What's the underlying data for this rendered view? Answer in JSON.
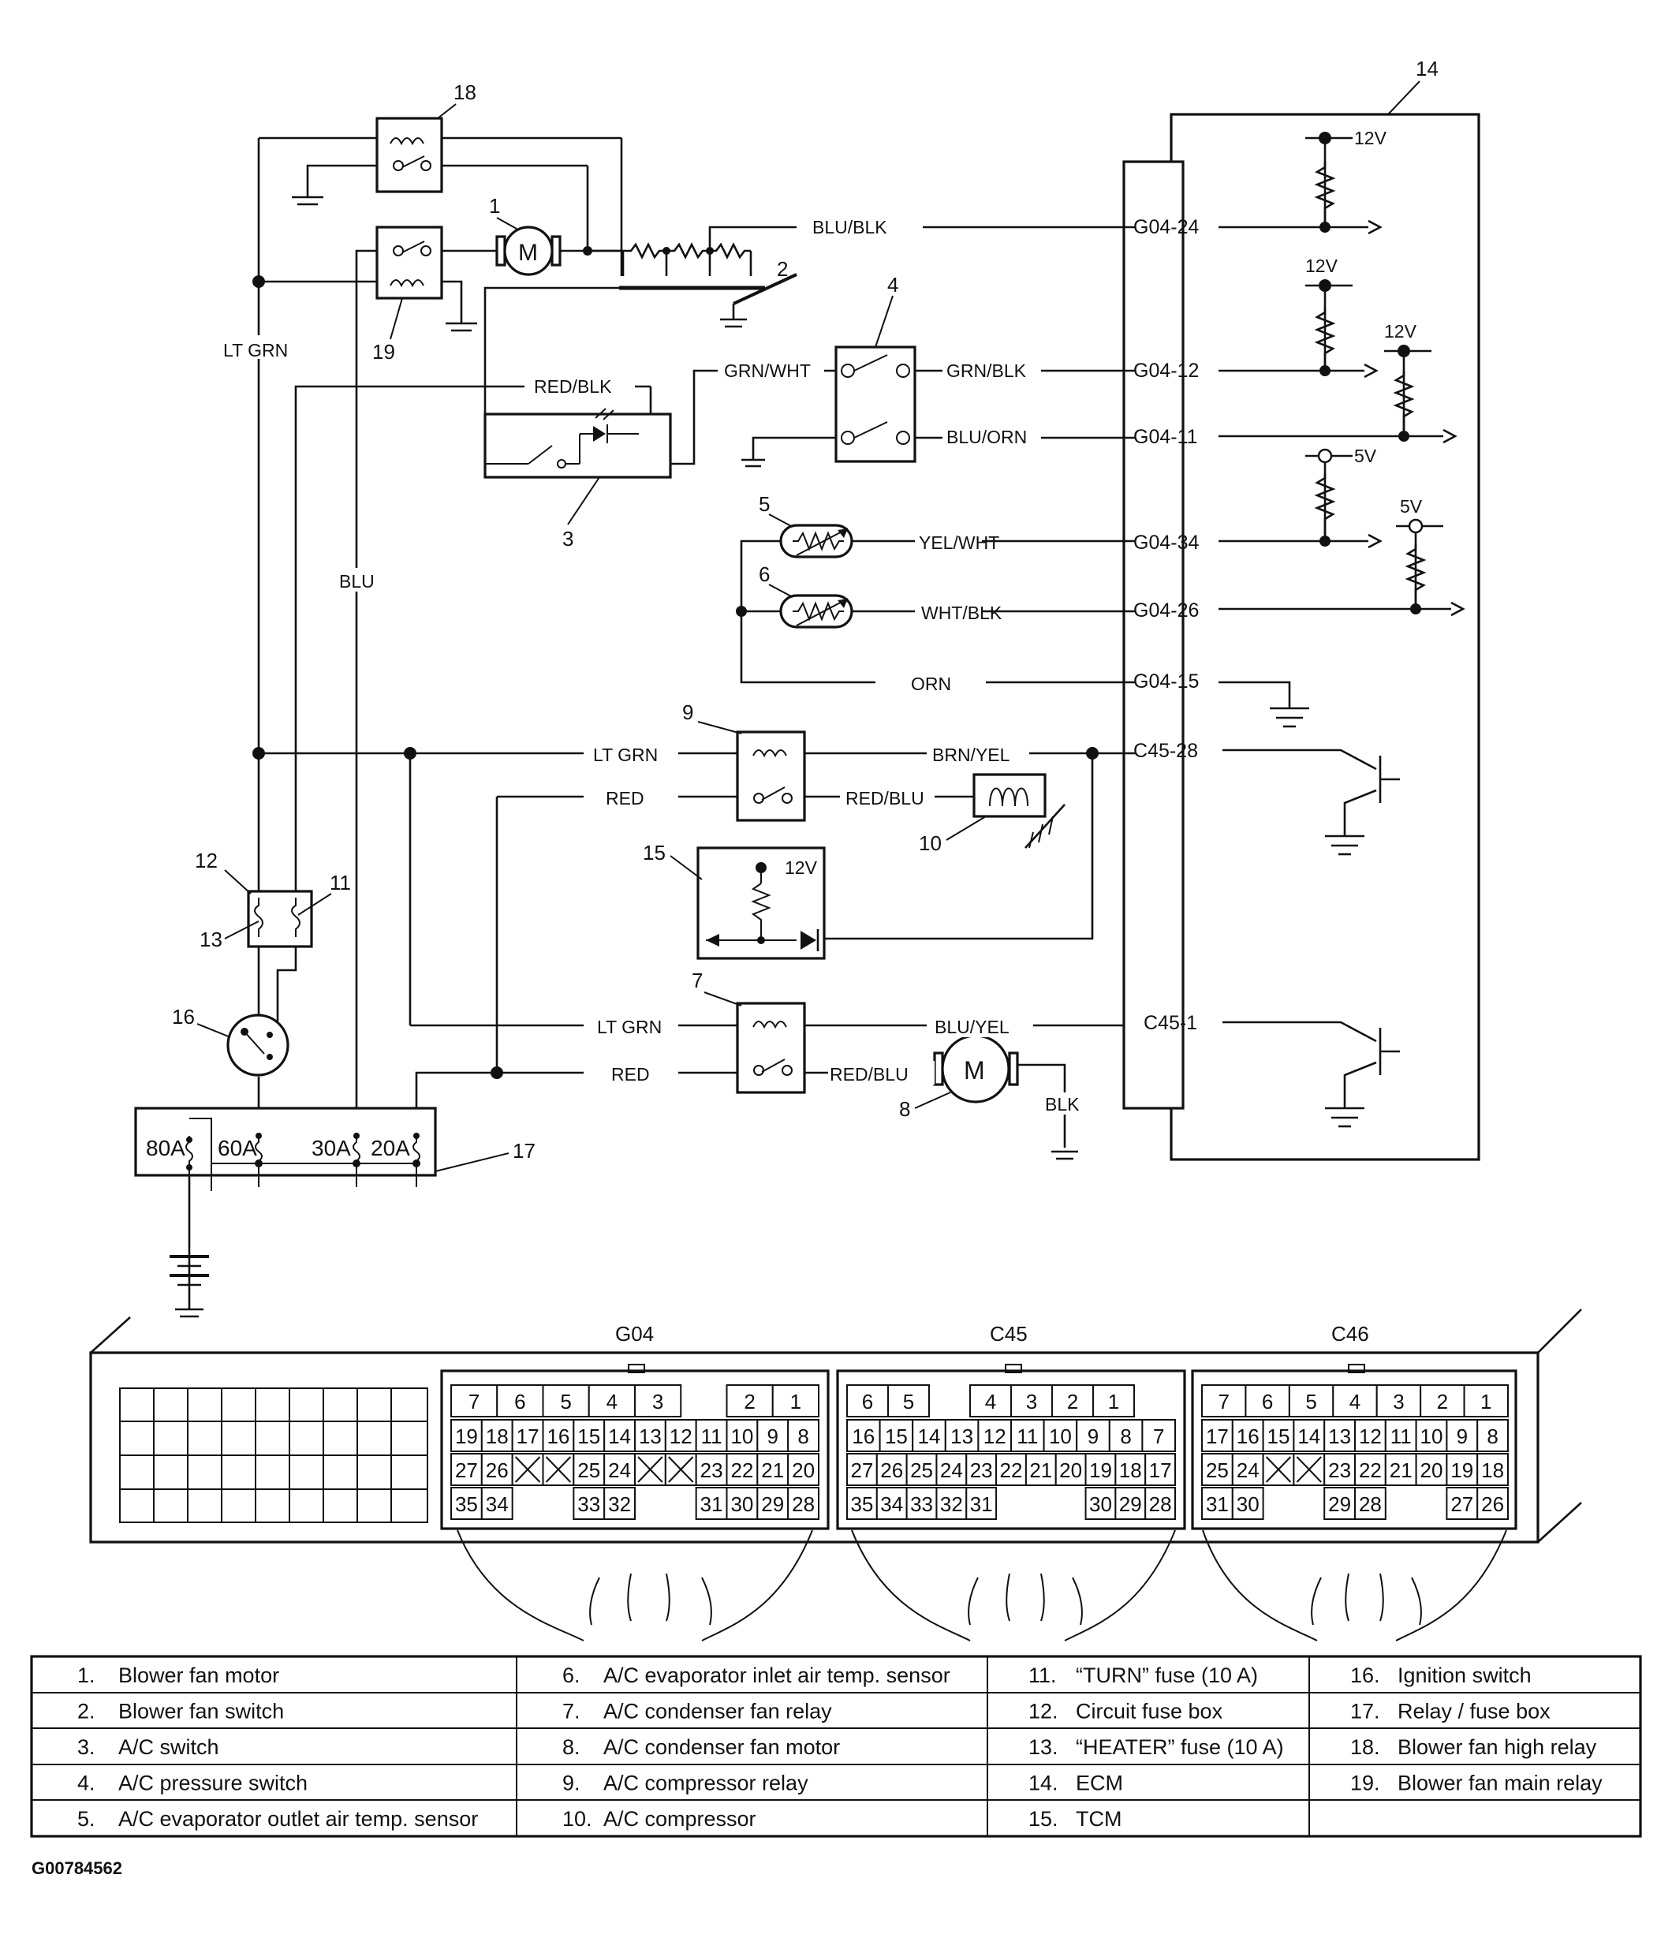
{
  "wires": {
    "blu_blk": "BLU/BLK",
    "lt_grn_left": "LT GRN",
    "red_blk": "RED/BLK",
    "grn_wht": "GRN/WHT",
    "grn_blk": "GRN/BLK",
    "blu_orn": "BLU/ORN",
    "yel_wht": "YEL/WHT",
    "wht_blk": "WHT/BLK",
    "orn": "ORN",
    "blu": "BLU",
    "lt_grn_9": "LT GRN",
    "brn_yel": "BRN/YEL",
    "red_9": "RED",
    "red_blu_9": "RED/BLU",
    "lt_grn_7": "LT GRN",
    "blu_yel": "BLU/YEL",
    "red_7": "RED",
    "red_blu_7": "RED/BLU",
    "blk": "BLK"
  },
  "ecm_pins": {
    "g04_24": "G04-24",
    "g04_12": "G04-12",
    "g04_11": "G04-11",
    "g04_34": "G04-34",
    "g04_26": "G04-26",
    "g04_15": "G04-15",
    "c45_28": "C45-28",
    "c45_1": "C45-1"
  },
  "voltages": {
    "v1": "12V",
    "v2": "12V",
    "v3": "12V",
    "v4": "5V",
    "v5": "5V",
    "v6": "12V"
  },
  "fuses": {
    "f80": "80A",
    "f60": "60A",
    "f30": "30A",
    "f20": "20A"
  },
  "callouts": {
    "n1": "1",
    "n2": "2",
    "n3": "3",
    "n4": "4",
    "n5": "5",
    "n6": "6",
    "n7": "7",
    "n8": "8",
    "n9": "9",
    "n10": "10",
    "n11": "11",
    "n12": "12",
    "n13": "13",
    "n14": "14",
    "n15": "15",
    "n16": "16",
    "n17": "17",
    "n18": "18",
    "n19": "19"
  },
  "motor_symbol": "M",
  "connectors": {
    "g04": {
      "name": "G04",
      "rows": [
        [
          "7",
          "6",
          "5",
          "4",
          "3",
          "",
          "2",
          "1"
        ],
        [
          "19",
          "18",
          "17",
          "16",
          "15",
          "14",
          "13",
          "12",
          "11",
          "10",
          "9",
          "8"
        ],
        [
          "27",
          "26",
          "X",
          "X",
          "25",
          "24",
          "X",
          "X",
          "23",
          "22",
          "21",
          "20"
        ],
        [
          "35",
          "34",
          "",
          "",
          "33",
          "32",
          "",
          "",
          "31",
          "30",
          "29",
          "28"
        ]
      ]
    },
    "c45": {
      "name": "C45",
      "rows": [
        [
          "6",
          "5",
          "",
          "4",
          "3",
          "2",
          "1",
          ""
        ],
        [
          "16",
          "15",
          "14",
          "13",
          "12",
          "11",
          "10",
          "9",
          "8",
          "7"
        ],
        [
          "27",
          "26",
          "25",
          "24",
          "23",
          "22",
          "21",
          "20",
          "19",
          "18",
          "17"
        ],
        [
          "35",
          "34",
          "33",
          "32",
          "31",
          "",
          "",
          "",
          "30",
          "29",
          "28"
        ]
      ]
    },
    "c46": {
      "name": "C46",
      "rows": [
        [
          "7",
          "6",
          "5",
          "4",
          "3",
          "2",
          "1"
        ],
        [
          "17",
          "16",
          "15",
          "14",
          "13",
          "12",
          "11",
          "10",
          "9",
          "8"
        ],
        [
          "25",
          "24",
          "X",
          "X",
          "23",
          "22",
          "21",
          "20",
          "19",
          "18"
        ],
        [
          "31",
          "30",
          "",
          "",
          "29",
          "28",
          "",
          "",
          "27",
          "26"
        ]
      ]
    }
  },
  "legend": {
    "columns": [
      [
        {
          "num": "1.",
          "text": "Blower fan motor"
        },
        {
          "num": "2.",
          "text": "Blower fan switch"
        },
        {
          "num": "3.",
          "text": "A/C switch"
        },
        {
          "num": "4.",
          "text": "A/C pressure switch"
        },
        {
          "num": "5.",
          "text": "A/C evaporator outlet air temp. sensor"
        }
      ],
      [
        {
          "num": "6.",
          "text": "A/C evaporator inlet air temp. sensor"
        },
        {
          "num": "7.",
          "text": "A/C condenser fan relay"
        },
        {
          "num": "8.",
          "text": "A/C condenser fan motor"
        },
        {
          "num": "9.",
          "text": "A/C compressor relay"
        },
        {
          "num": "10.",
          "text": "A/C compressor"
        }
      ],
      [
        {
          "num": "11.",
          "text": "“TURN” fuse (10 A)"
        },
        {
          "num": "12.",
          "text": "Circuit fuse box"
        },
        {
          "num": "13.",
          "text": "“HEATER” fuse (10 A)"
        },
        {
          "num": "14.",
          "text": "ECM"
        },
        {
          "num": "15.",
          "text": "TCM"
        }
      ],
      [
        {
          "num": "16.",
          "text": "Ignition switch"
        },
        {
          "num": "17.",
          "text": "Relay / fuse box"
        },
        {
          "num": "18.",
          "text": "Blower fan high relay"
        },
        {
          "num": "19.",
          "text": "Blower fan main relay"
        },
        {
          "num": "",
          "text": ""
        }
      ]
    ]
  },
  "figure_code": "G00784562"
}
